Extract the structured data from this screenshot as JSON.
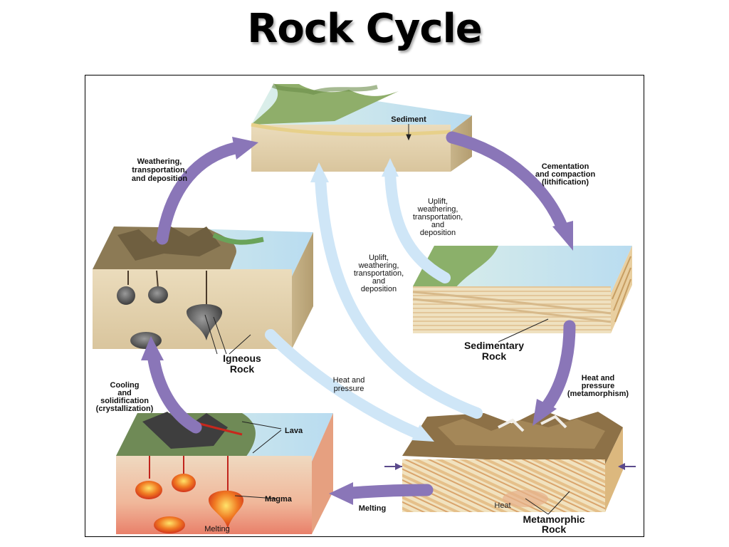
{
  "title": "Rock Cycle",
  "colors": {
    "cycle_arrow": "#8a76b8",
    "bypass_arrow": "#cfe6f7",
    "sand": "#e2d2b0",
    "water": "#cfe8f5",
    "land": "#7ea35c",
    "magma": "#e8502a"
  },
  "labels": {
    "sediment": "Sediment",
    "weathering_1": "Weathering,",
    "weathering_2": "transportation,",
    "weathering_3": "and deposition",
    "cementation_1": "Cementation",
    "cementation_2": "and compaction",
    "cementation_3": "(lithification)",
    "uplift_a_1": "Uplift,",
    "uplift_a_2": "weathering,",
    "uplift_a_3": "transportation,",
    "uplift_a_4": "and",
    "uplift_a_5": "deposition",
    "uplift_b_1": "Uplift,",
    "uplift_b_2": "weathering,",
    "uplift_b_3": "transportation,",
    "uplift_b_4": "and",
    "uplift_b_5": "deposition",
    "igneous_1": "Igneous",
    "igneous_2": "Rock",
    "sedimentary_1": "Sedimentary",
    "sedimentary_2": "Rock",
    "heat_pressure_1": "Heat and",
    "heat_pressure_2": "pressure",
    "heat_meta_1": "Heat and",
    "heat_meta_2": "pressure",
    "heat_meta_3": "(metamorphism)",
    "cooling_1": "Cooling",
    "cooling_2": "and",
    "cooling_3": "solidification",
    "cooling_4": "(crystallization)",
    "lava": "Lava",
    "magma": "Magma",
    "melting_arrow": "Melting",
    "melting_block": "Melting",
    "heat": "Heat",
    "metamorphic_1": "Metamorphic",
    "metamorphic_2": "Rock"
  }
}
